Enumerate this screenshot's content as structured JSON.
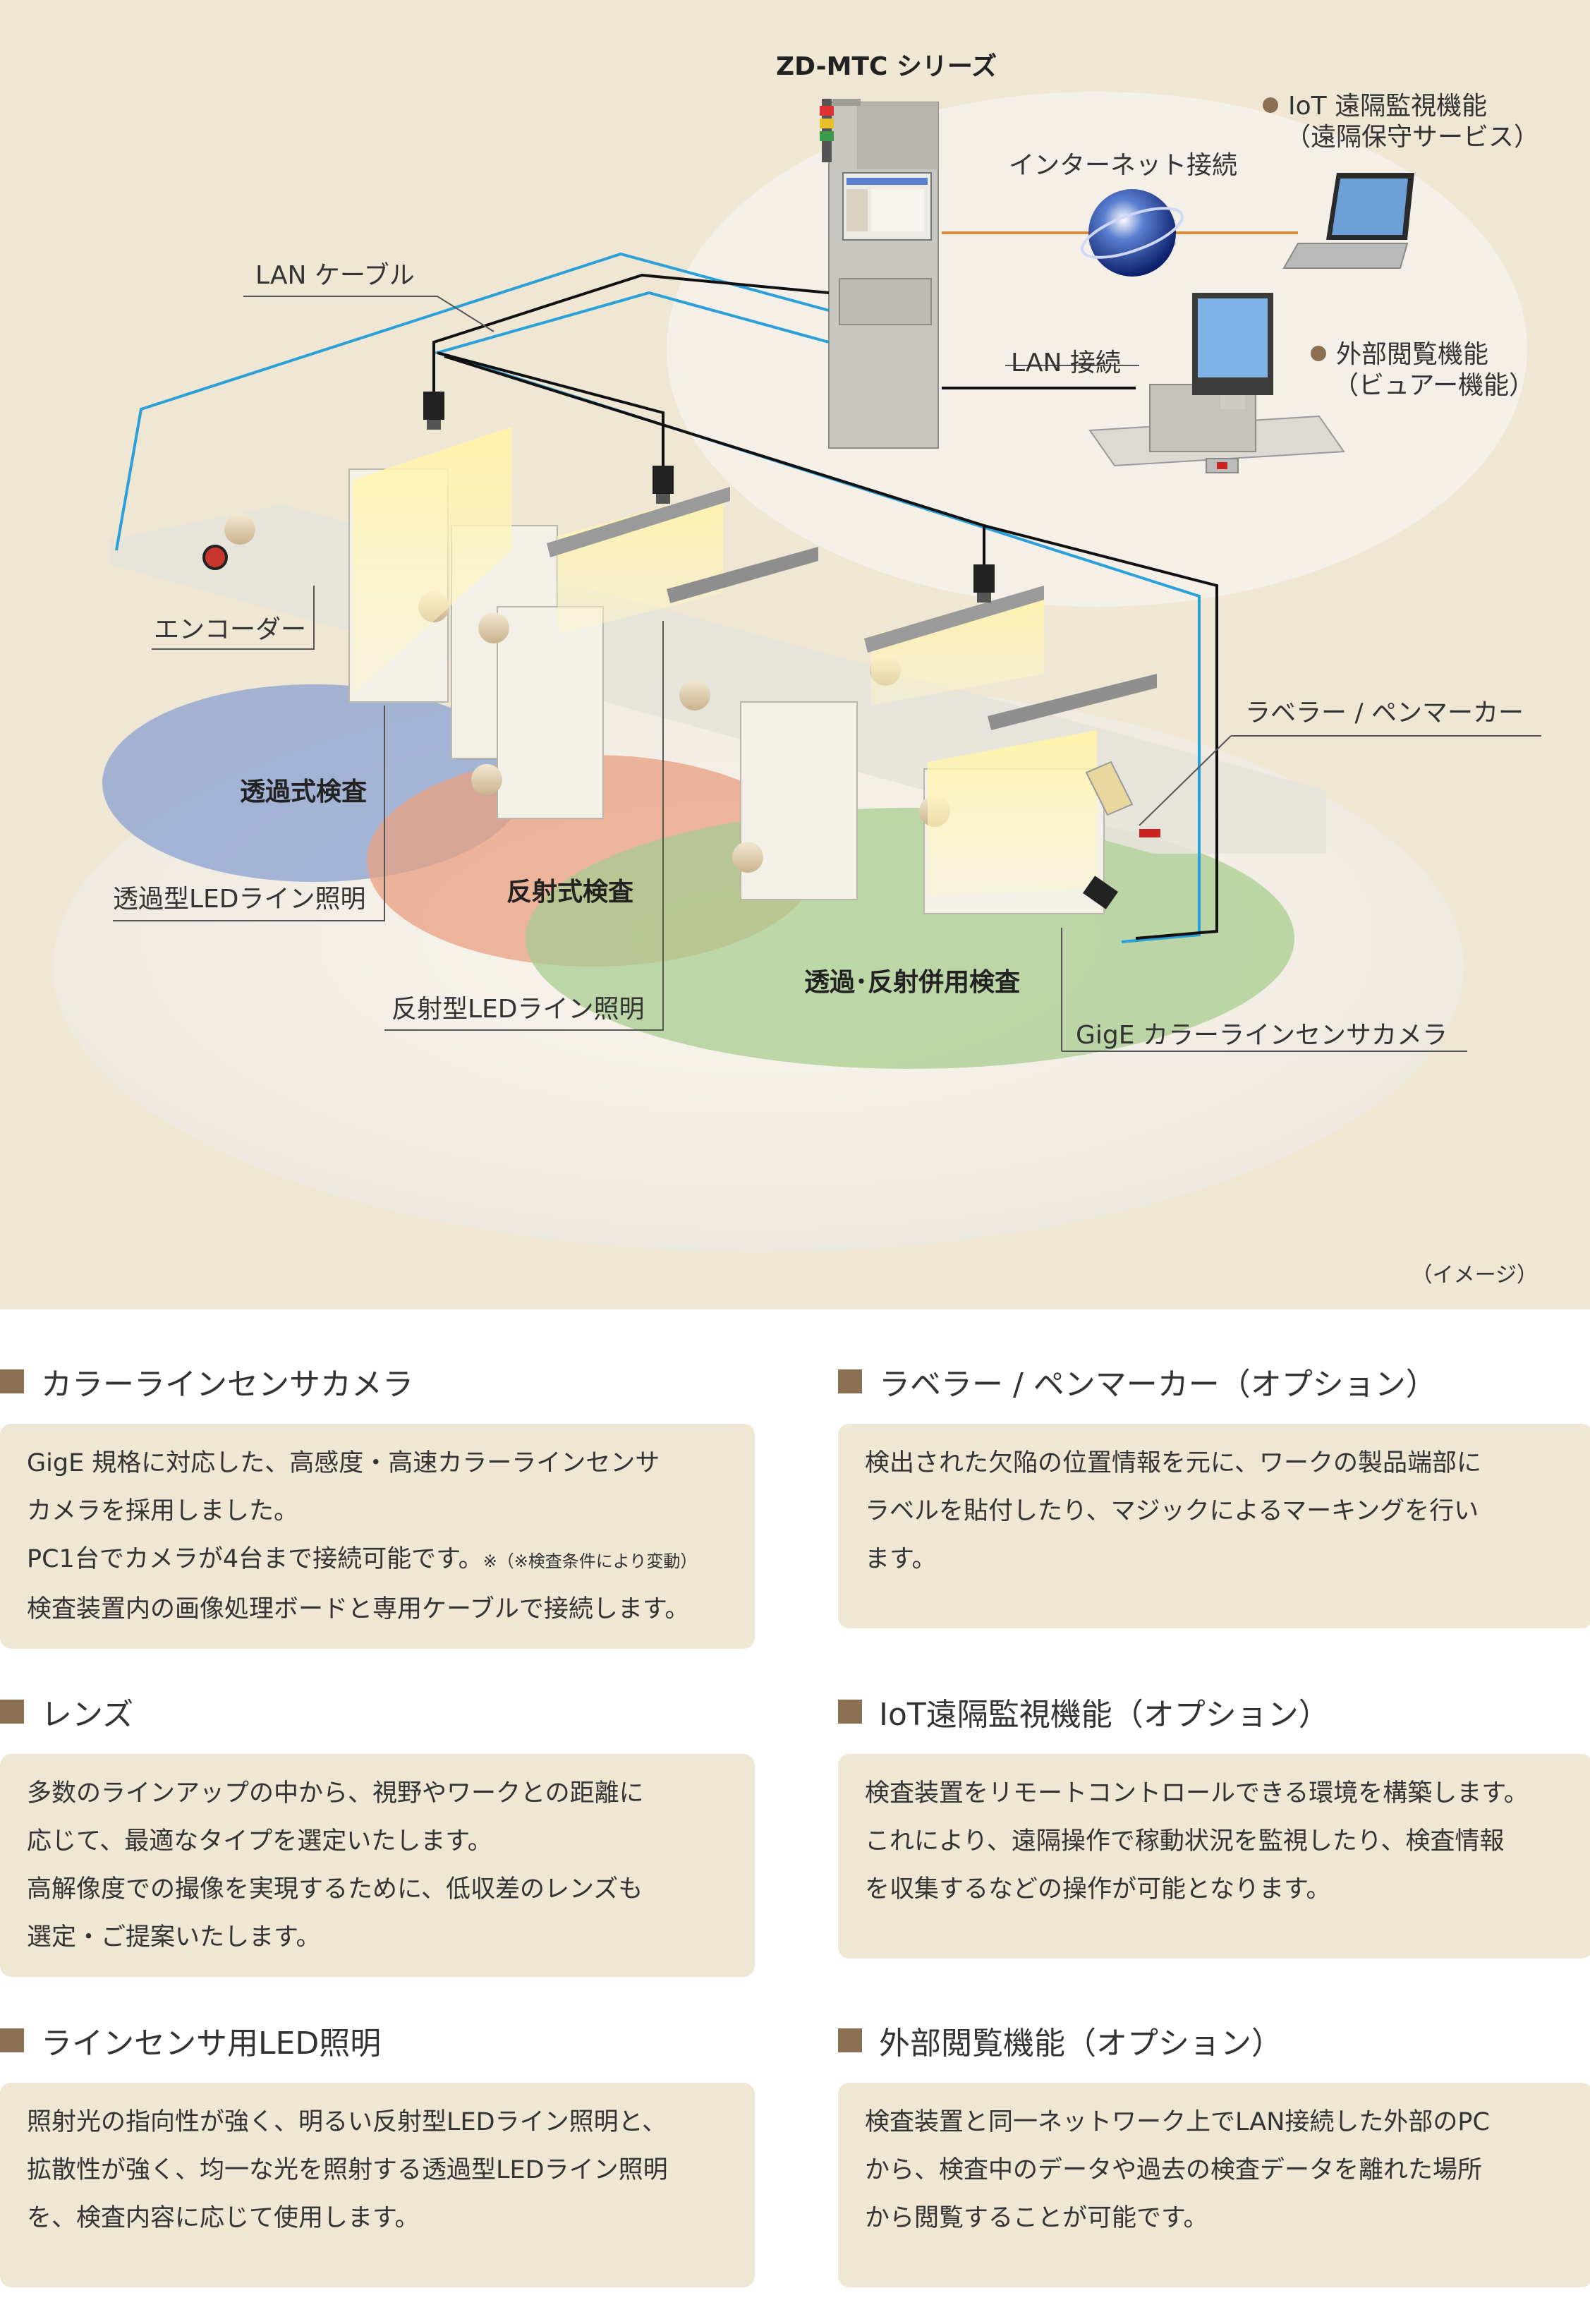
{
  "diagram": {
    "system_title": "ZD-MTC シリーズ",
    "labels": {
      "iot_line1": "IoT 遠隔監視機能",
      "iot_line2": "（遠隔保守サービス）",
      "internet": "インターネット接続",
      "lan_cable": "LAN ケーブル",
      "lan_connection": "LAN 接続",
      "viewer_line1": "外部閲覧機能",
      "viewer_line2": "（ビュアー機能）",
      "encoder": "エンコーダー",
      "labeler": "ラベラー / ペンマーカー",
      "transmission_inspection": "透過式検査",
      "transmission_led": "透過型LEDライン照明",
      "reflection_inspection": "反射式検査",
      "reflection_led": "反射型LEDライン照明",
      "combined_inspection": "透過･反射併用検査",
      "camera": "GigE カラーラインセンサカメラ"
    },
    "caption": "（イメージ）"
  },
  "sections": [
    {
      "title": "カラーラインセンサカメラ",
      "lines": [
        "GigE 規格に対応した、高感度・高速カラーラインセンサ",
        "カメラを採用しました。",
        "PC1台でカメラが4台まで接続可能です。",
        "検査装置内の画像処理ボードと専用ケーブルで接続します。"
      ],
      "note_mark": "※",
      "note": "（※検査条件により変動）"
    },
    {
      "title": "ラベラー / ペンマーカー（オプション）",
      "lines": [
        "検出された欠陥の位置情報を元に、ワークの製品端部に",
        "ラベルを貼付したり、マジックによるマーキングを行い",
        "ます。"
      ]
    },
    {
      "title": "レンズ",
      "lines": [
        "多数のラインアップの中から、視野やワークとの距離に",
        "応じて、最適なタイプを選定いたします。",
        "高解像度での撮像を実現するために、低収差のレンズも",
        "選定・ご提案いたします。"
      ]
    },
    {
      "title": "IoT遠隔監視機能（オプション）",
      "lines": [
        "検査装置をリモートコントロールできる環境を構築します。",
        "これにより、遠隔操作で稼動状況を監視したり、検査情報",
        "を収集するなどの操作が可能となります。"
      ]
    },
    {
      "title": "ラインセンサ用LED照明",
      "lines": [
        "照射光の指向性が強く、明るい反射型LEDライン照明と、",
        "拡散性が強く、均一な光を照射する透過型LEDライン照明",
        "を、検査内容に応じて使用します。"
      ]
    },
    {
      "title": "外部閲覧機能（オプション）",
      "lines": [
        "検査装置と同一ネットワーク上でLAN接続した外部のPC",
        "から、検査中のデータや過去の検査データを離れた場所",
        "から閲覧することが可能です。"
      ]
    }
  ],
  "colors": {
    "panel_bg": "#efe6d4",
    "accent_square": "#8b6f52",
    "lan_blue": "#2a9fd8",
    "cable_black": "#111111",
    "internet_line": "#d98a3a",
    "zone_blue": "#8aa0d0",
    "zone_orange": "#e8a080",
    "zone_green": "#a8cc90"
  }
}
